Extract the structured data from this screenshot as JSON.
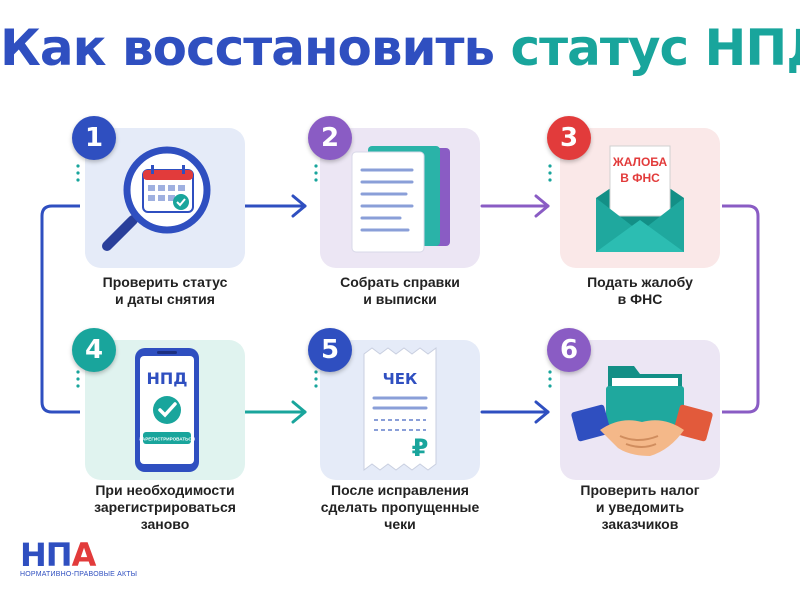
{
  "title": {
    "part1": "Как восстановить",
    "part2": "статус НПД"
  },
  "steps": [
    {
      "number": "1",
      "label_lines": [
        "Проверить статус",
        "и даты снятия"
      ],
      "icon": "calendar-search-icon"
    },
    {
      "number": "2",
      "label_lines": [
        "Собрать справки",
        "и выписки"
      ],
      "icon": "documents-icon"
    },
    {
      "number": "3",
      "label_lines": [
        "Подать жалобу",
        "в ФНС"
      ],
      "icon": "envelope-complaint-icon",
      "letter_text": [
        "ЖАЛОБА",
        "В ФНС"
      ]
    },
    {
      "number": "4",
      "label_lines": [
        "При необходимости",
        "зарегистрироваться",
        "заново"
      ],
      "icon": "phone-app-icon",
      "screen_title": "НПД",
      "screen_button": "ЗАРЕГИСТРИРОВАТЬСЯ"
    },
    {
      "number": "5",
      "label_lines": [
        "После исправления",
        "сделать пропущенные",
        "чеки"
      ],
      "icon": "receipt-icon",
      "receipt_title": "ЧЕК",
      "currency": "₽"
    },
    {
      "number": "6",
      "label_lines": [
        "Проверить налог",
        "и уведомить",
        "заказчиков"
      ],
      "icon": "handshake-folder-icon"
    }
  ],
  "colors": {
    "blue": "#2f4fc0",
    "purple": "#8a5cc4",
    "teal": "#19a59c",
    "red": "#e23b3b"
  },
  "logo": {
    "text_left": "НП",
    "text_right": "А",
    "subtitle": "НОРМАТИВНО-ПРАВОВЫЕ  АКТЫ"
  }
}
